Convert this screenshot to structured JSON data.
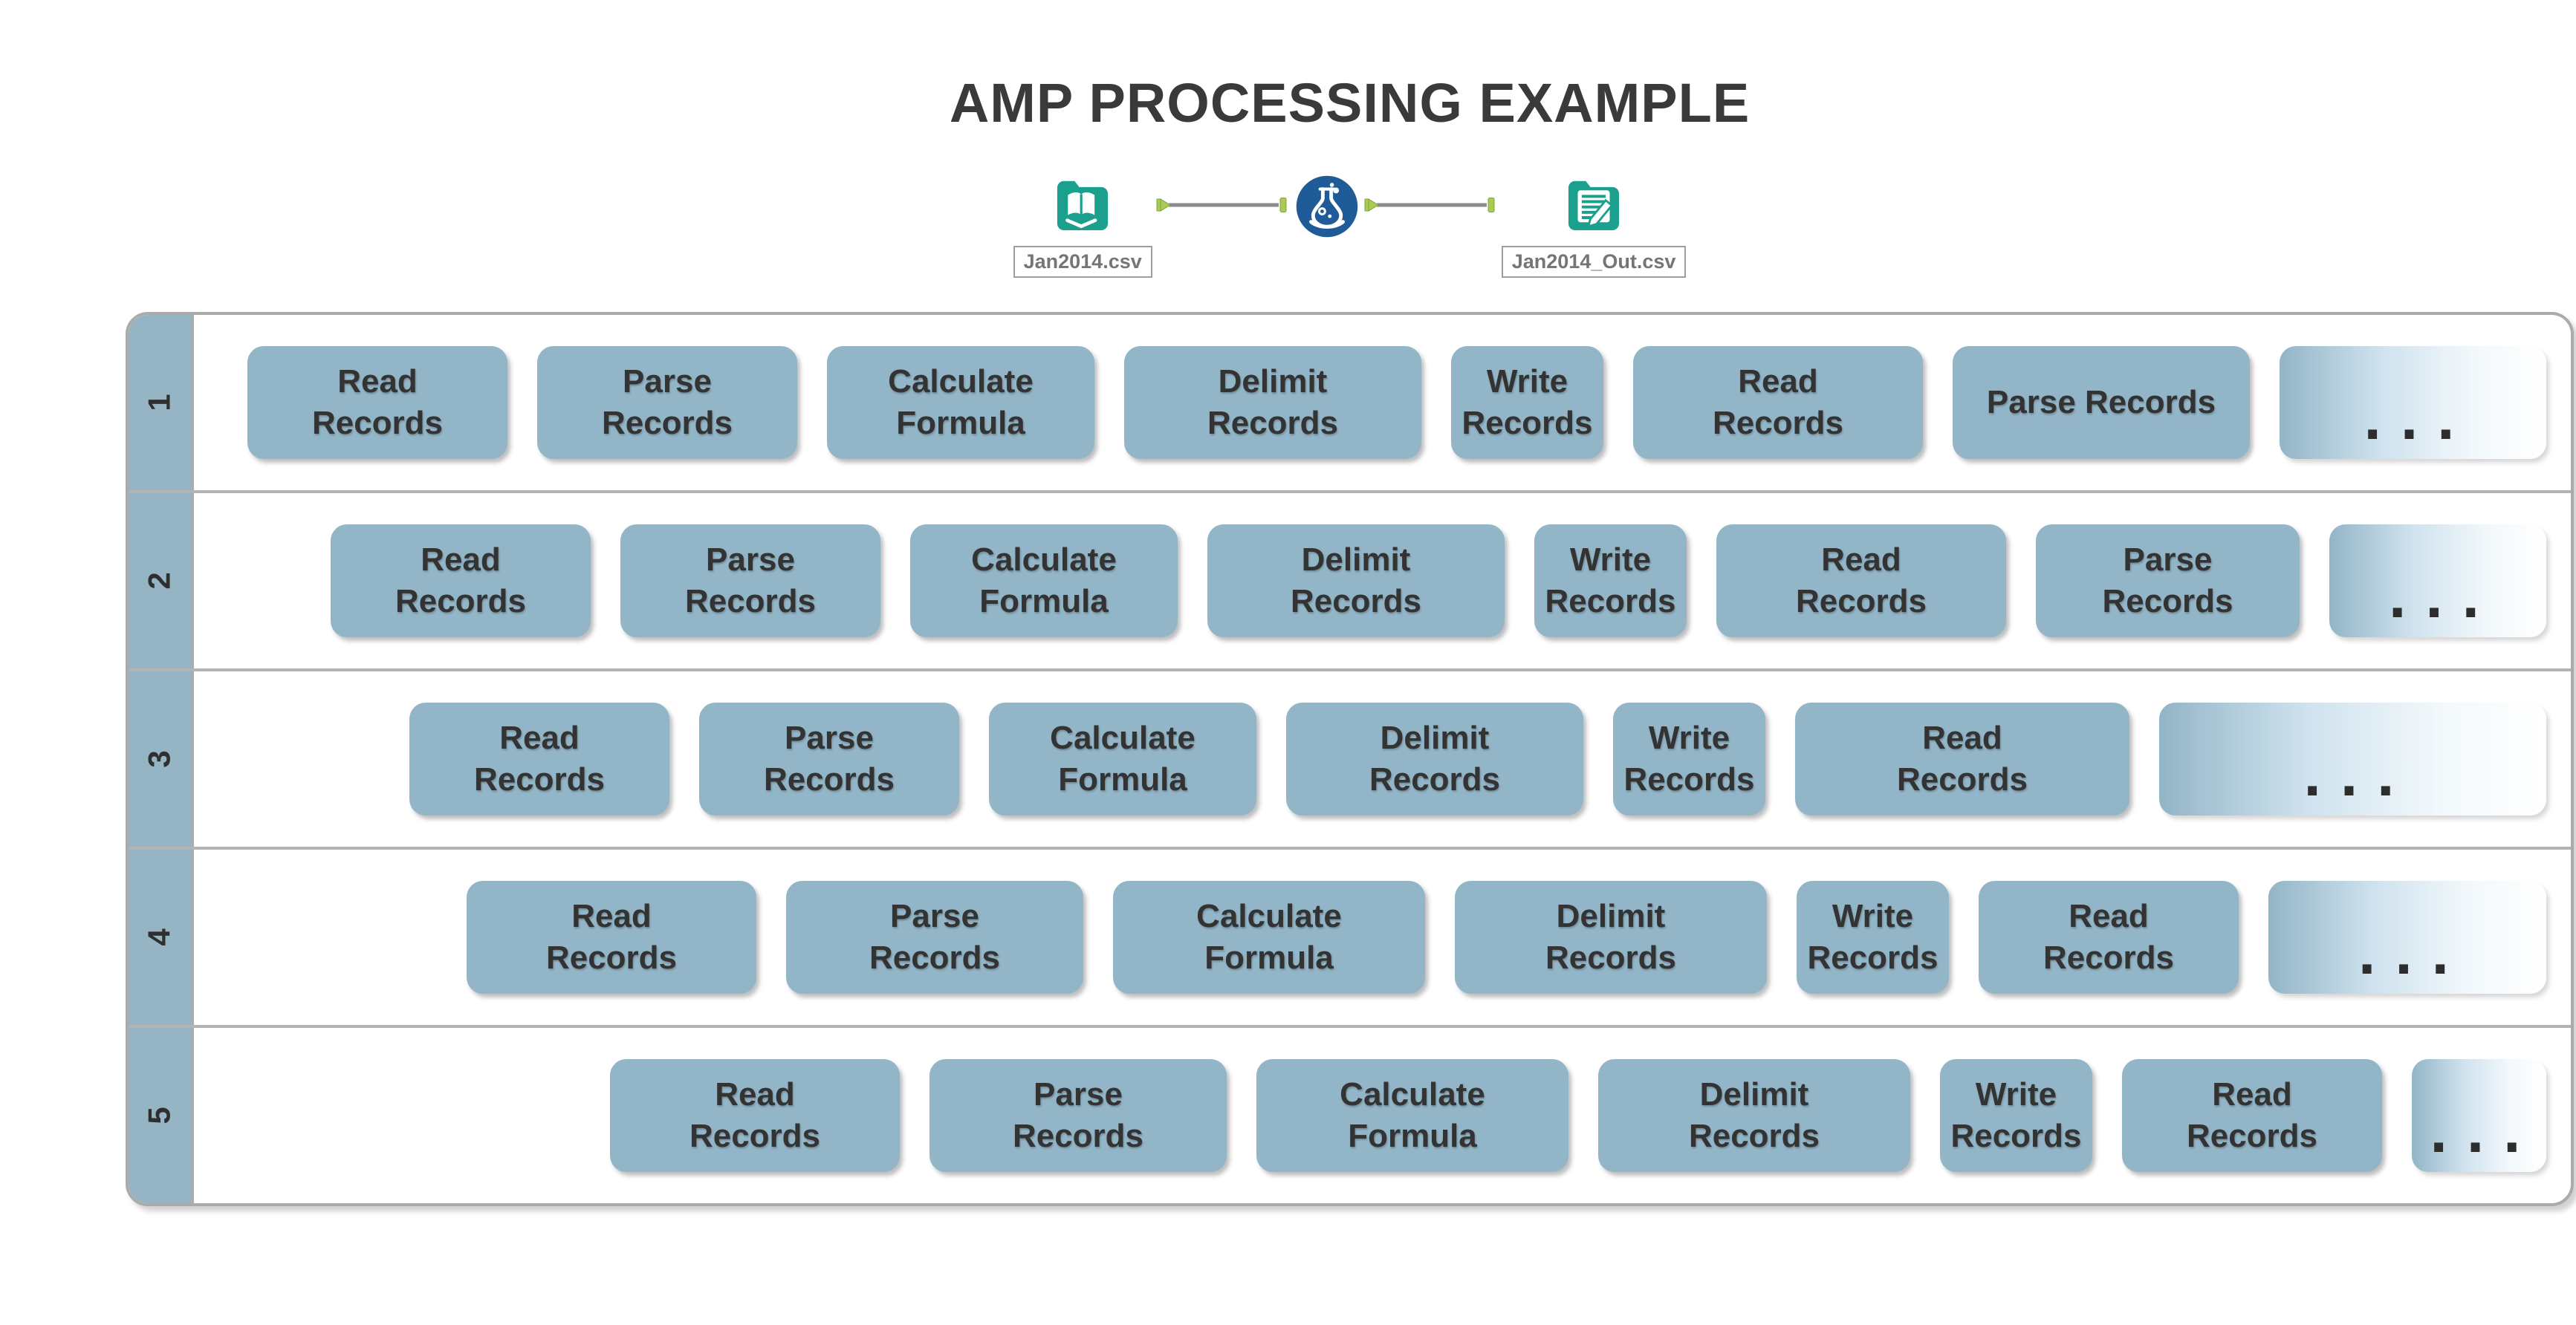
{
  "title": "AMP PROCESSING EXAMPLE",
  "workflow": {
    "input_file_label": "Jan2014.csv",
    "output_file_label": "Jan2014_Out.csv",
    "icons": {
      "input": "input-data-book-icon",
      "formula": "formula-flask-icon",
      "output": "output-data-document-icon",
      "connector": "connection-arrow-anchor-icon"
    },
    "colors": {
      "tool_teal": "#1CA08E",
      "formula_blue": "#1E5B97",
      "anchor_green": "#A9CB55",
      "line_gray": "#8C8C8C"
    }
  },
  "process_table": {
    "colors": {
      "box_blue": "#92B5C7",
      "label_column_blue": "#96B5C4",
      "border_gray": "#B3B3B3",
      "text_dark": "#333333"
    },
    "rows": [
      {
        "id": "1",
        "steps": [
          {
            "label": "Read\nRecords",
            "kind": "read"
          },
          {
            "label": "Parse\nRecords",
            "kind": "parse"
          },
          {
            "label": "Calculate\nFormula",
            "kind": "calculate"
          },
          {
            "label": "Delimit\nRecords",
            "kind": "delimit"
          },
          {
            "label": "Write\nRecords",
            "kind": "write"
          },
          {
            "label": "Read\nRecords",
            "kind": "read"
          },
          {
            "label": "Parse Records",
            "kind": "parse"
          },
          {
            "label": "...",
            "kind": "ellipsis"
          }
        ]
      },
      {
        "id": "2",
        "steps": [
          {
            "label": "Read\nRecords",
            "kind": "read"
          },
          {
            "label": "Parse\nRecords",
            "kind": "parse"
          },
          {
            "label": "Calculate\nFormula",
            "kind": "calculate"
          },
          {
            "label": "Delimit\nRecords",
            "kind": "delimit"
          },
          {
            "label": "Write\nRecords",
            "kind": "write"
          },
          {
            "label": "Read\nRecords",
            "kind": "read"
          },
          {
            "label": "Parse\nRecords",
            "kind": "parse"
          },
          {
            "label": "...",
            "kind": "ellipsis"
          }
        ]
      },
      {
        "id": "3",
        "steps": [
          {
            "label": "Read\nRecords",
            "kind": "read"
          },
          {
            "label": "Parse\nRecords",
            "kind": "parse"
          },
          {
            "label": "Calculate\nFormula",
            "kind": "calculate"
          },
          {
            "label": "Delimit\nRecords",
            "kind": "delimit"
          },
          {
            "label": "Write\nRecords",
            "kind": "write"
          },
          {
            "label": "Read\nRecords",
            "kind": "read"
          },
          {
            "label": "...",
            "kind": "ellipsis"
          }
        ]
      },
      {
        "id": "4",
        "steps": [
          {
            "label": "Read\nRecords",
            "kind": "read"
          },
          {
            "label": "Parse\nRecords",
            "kind": "parse"
          },
          {
            "label": "Calculate\nFormula",
            "kind": "calculate"
          },
          {
            "label": "Delimit\nRecords",
            "kind": "delimit"
          },
          {
            "label": "Write\nRecords",
            "kind": "write"
          },
          {
            "label": "Read\nRecords",
            "kind": "read"
          },
          {
            "label": "...",
            "kind": "ellipsis"
          }
        ]
      },
      {
        "id": "5",
        "steps": [
          {
            "label": "Read\nRecords",
            "kind": "read"
          },
          {
            "label": "Parse\nRecords",
            "kind": "parse"
          },
          {
            "label": "Calculate\nFormula",
            "kind": "calculate"
          },
          {
            "label": "Delimit\nRecords",
            "kind": "delimit"
          },
          {
            "label": "Write\nRecords",
            "kind": "write"
          },
          {
            "label": "Read\nRecords",
            "kind": "read"
          },
          {
            "label": "...",
            "kind": "ellipsis"
          }
        ]
      }
    ]
  }
}
